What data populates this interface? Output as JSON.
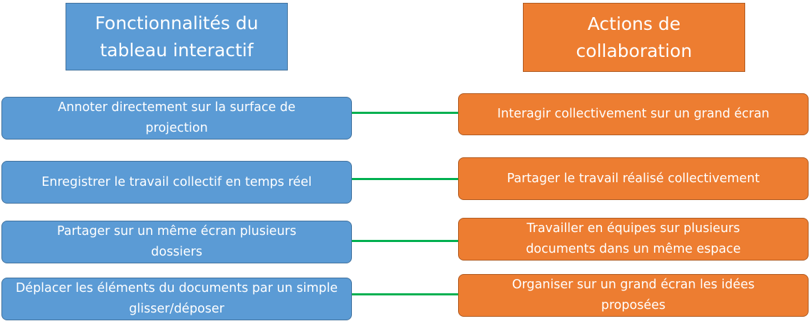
{
  "headers": {
    "left": "Fonctionnalités du tableau interactif",
    "right": "Actions de collaboration"
  },
  "rows": [
    {
      "left": "Annoter directement sur la surface de projection",
      "right": "Interagir collectivement sur un grand écran"
    },
    {
      "left": "Enregistrer le travail collectif en temps réel",
      "right": "Partager le travail réalisé collectivement"
    },
    {
      "left": "Partager sur un même écran plusieurs dossiers",
      "right": "Travailler en équipes sur plusieurs documents dans un même espace"
    },
    {
      "left": "Déplacer les éléments du documents par un simple glisser/déposer",
      "right": "Organiser sur un grand écran les idées proposées"
    }
  ],
  "colors": {
    "left_fill": "#5b9bd5",
    "right_fill": "#ed7d31",
    "connector": "#00b050"
  }
}
